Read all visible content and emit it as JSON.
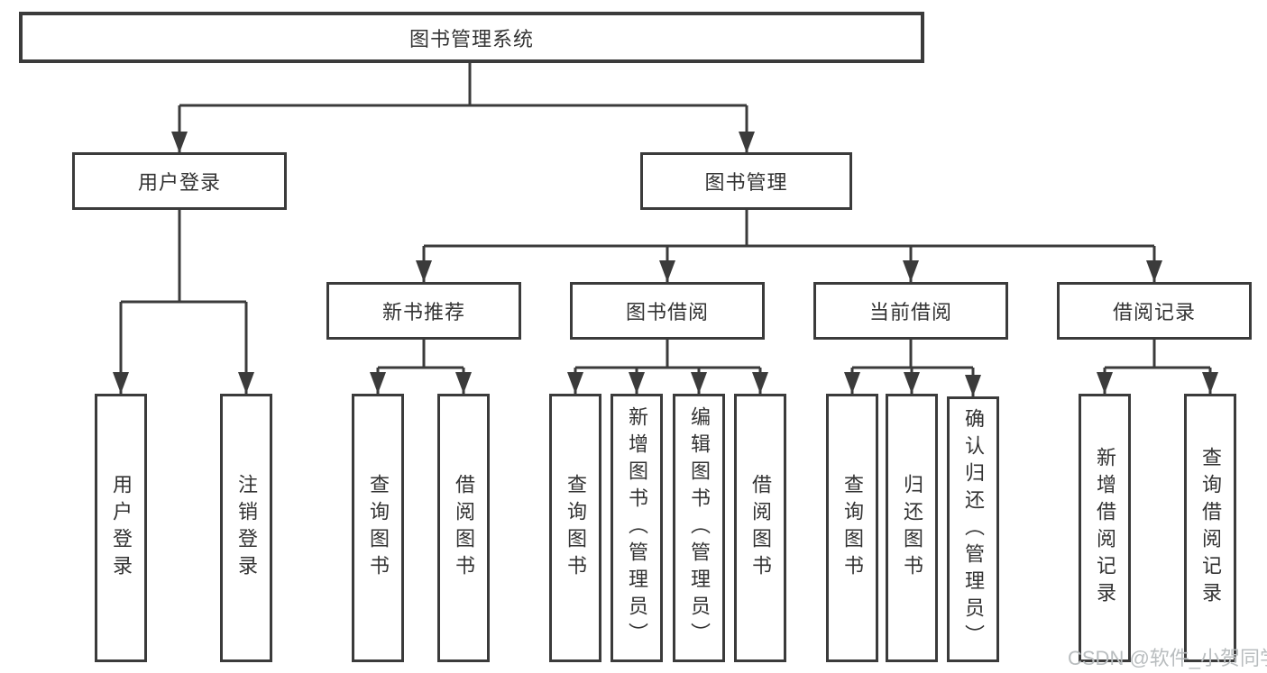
{
  "diagram": {
    "type": "tree",
    "background_color": "#ffffff",
    "line_color": "#3b3b3b",
    "text_color": "#333333",
    "nodes": {
      "root": {
        "label": "图书管理系统"
      },
      "user_login": {
        "label": "用户登录"
      },
      "book_mgmt": {
        "label": "图书管理"
      },
      "new_book_rec": {
        "label": "新书推荐"
      },
      "book_borrow": {
        "label": "图书借阅"
      },
      "current_borrow": {
        "label": "当前借阅"
      },
      "borrow_record": {
        "label": "借阅记录"
      },
      "login_leaf": {
        "label": "用户登录"
      },
      "logout_leaf": {
        "label": "注销登录"
      },
      "rec_query": {
        "label": "查询图书"
      },
      "rec_borrow": {
        "label": "借阅图书"
      },
      "bb_query": {
        "label": "查询图书"
      },
      "bb_add": {
        "label": "新增图书（管理员）"
      },
      "bb_edit": {
        "label": "编辑图书（管理员）"
      },
      "bb_borrow": {
        "label": "借阅图书"
      },
      "cb_query": {
        "label": "查询图书"
      },
      "cb_return": {
        "label": "归还图书"
      },
      "cb_confirm": {
        "label": "确认归还（管理员）"
      },
      "br_add": {
        "label": "新增借阅记录"
      },
      "br_query": {
        "label": "查询借阅记录"
      }
    },
    "edges": [
      [
        "root",
        "user_login"
      ],
      [
        "root",
        "book_mgmt"
      ],
      [
        "user_login",
        "login_leaf"
      ],
      [
        "user_login",
        "logout_leaf"
      ],
      [
        "book_mgmt",
        "new_book_rec"
      ],
      [
        "book_mgmt",
        "book_borrow"
      ],
      [
        "book_mgmt",
        "current_borrow"
      ],
      [
        "book_mgmt",
        "borrow_record"
      ],
      [
        "new_book_rec",
        "rec_query"
      ],
      [
        "new_book_rec",
        "rec_borrow"
      ],
      [
        "book_borrow",
        "bb_query"
      ],
      [
        "book_borrow",
        "bb_add"
      ],
      [
        "book_borrow",
        "bb_edit"
      ],
      [
        "book_borrow",
        "bb_borrow"
      ],
      [
        "current_borrow",
        "cb_query"
      ],
      [
        "current_borrow",
        "cb_return"
      ],
      [
        "current_borrow",
        "cb_confirm"
      ],
      [
        "borrow_record",
        "br_add"
      ],
      [
        "borrow_record",
        "br_query"
      ]
    ]
  },
  "watermark": {
    "text": "CSDN @软件_小贺同学",
    "color": "#b9bdbf"
  }
}
